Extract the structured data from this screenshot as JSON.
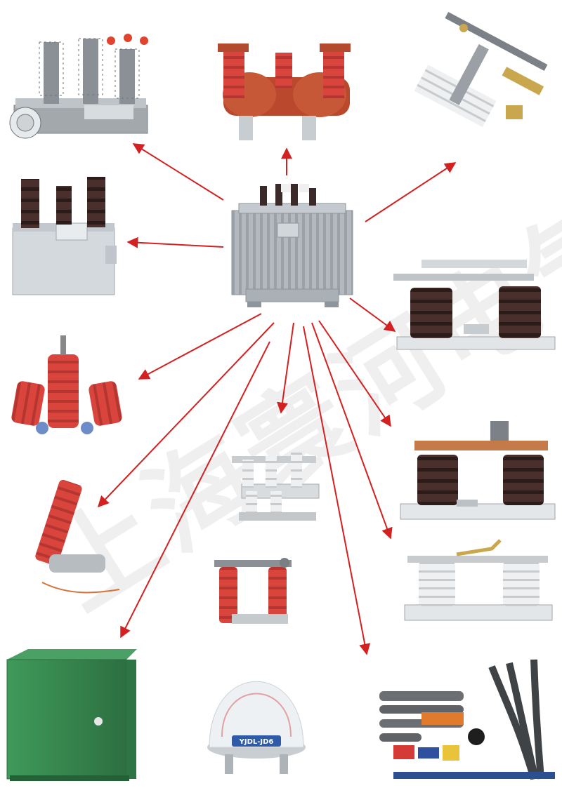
{
  "image": {
    "watermark_text": "上海寰河电气",
    "accent_arrow_color": "#d32020",
    "hub": {
      "name": "oil-immersed-transformer",
      "color": "#a9b0b6"
    },
    "products": [
      {
        "name": "vacuum-circuit-breaker",
        "color": "#8f949a"
      },
      {
        "name": "voltage-transformer-red",
        "color": "#b34a2f"
      },
      {
        "name": "drop-out-fuse",
        "color": "#c6cbd0"
      },
      {
        "name": "combined-transformer",
        "color": "#cfd6da"
      },
      {
        "name": "isolating-switch-brown",
        "color": "#3e2a2a"
      },
      {
        "name": "lightning-arrester-triple",
        "color": "#d23a35"
      },
      {
        "name": "isolating-switch-indoor",
        "color": "#e7e7e7"
      },
      {
        "name": "isolating-switch-brown-2",
        "color": "#3c2b2b"
      },
      {
        "name": "lightning-arrester-single",
        "color": "#d23a35"
      },
      {
        "name": "fuse-arrester-combo",
        "color": "#c9473b"
      },
      {
        "name": "isolating-switch-white",
        "color": "#d7d9db"
      },
      {
        "name": "metering-box-green",
        "color": "#3f8a53"
      },
      {
        "name": "fault-indicator-dome",
        "color": "#eef1f4"
      },
      {
        "name": "cable-termination-kit",
        "color": "#5b5b5b"
      }
    ],
    "label_texts": {
      "fault_indicator": "YJDL-JD6"
    }
  }
}
